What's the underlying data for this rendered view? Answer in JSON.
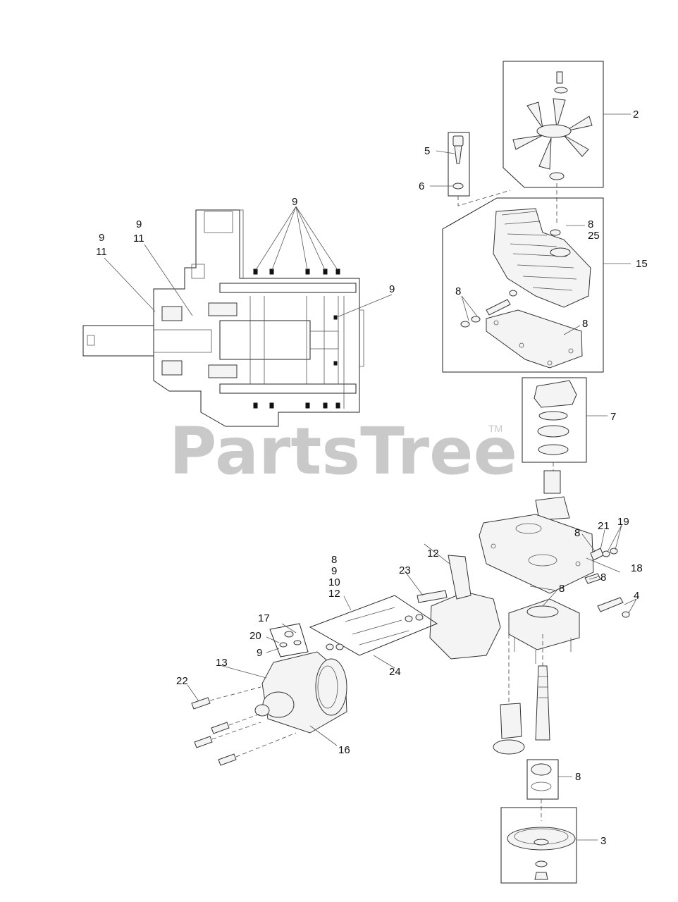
{
  "watermark": {
    "text": "PartsTree",
    "trademark": "TM"
  },
  "callouts": {
    "c2": "2",
    "c5": "5",
    "c6": "6",
    "c9a": "9",
    "c9b": "9",
    "c11b": "11",
    "c9c": "9",
    "c11c": "11",
    "c9d": "9",
    "c8a": "8",
    "c25": "25",
    "c15": "15",
    "c8b": "8",
    "c8c": "8",
    "c7": "7",
    "c8d": "8",
    "c21": "21",
    "c19": "19",
    "c18": "18",
    "c8e": "8",
    "c8f": "8",
    "c4": "4",
    "c12a": "12",
    "c23": "23",
    "c8g": "8",
    "c9e": "9",
    "c10": "10",
    "c12b": "12",
    "c17": "17",
    "c20": "20",
    "c9f": "9",
    "c24": "24",
    "c13": "13",
    "c22": "22",
    "c16": "16",
    "c8h": "8",
    "c3": "3"
  }
}
